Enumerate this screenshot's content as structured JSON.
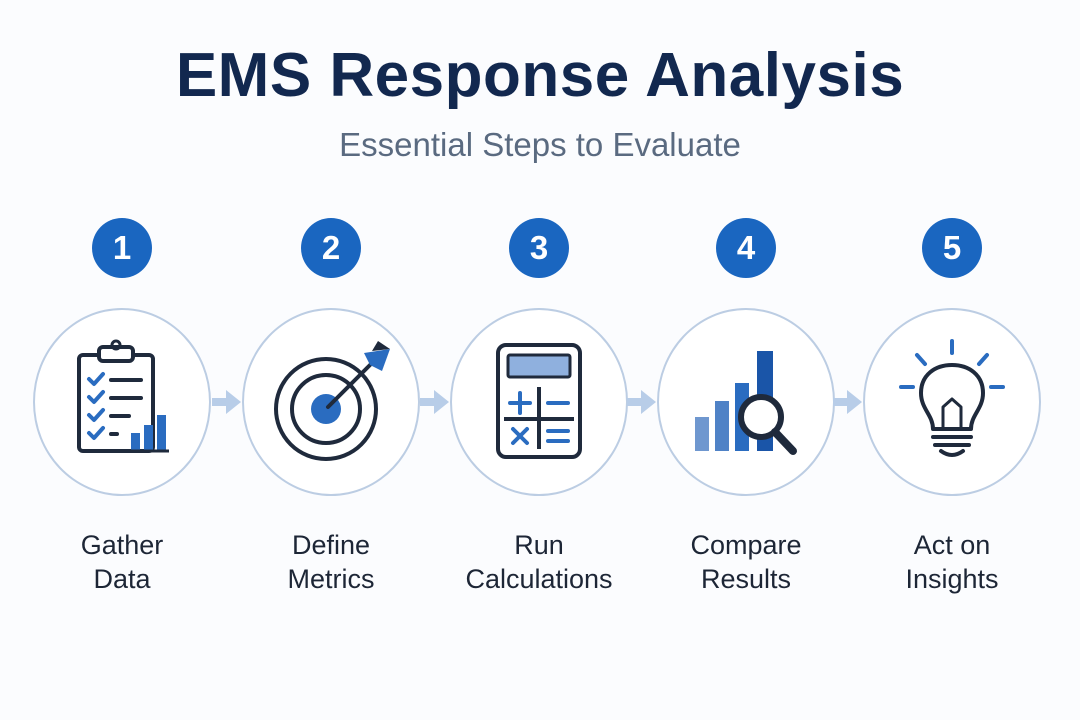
{
  "title": "EMS Response Analysis",
  "subtitle": "Essential Steps to Evaluate",
  "colors": {
    "title": "#12284f",
    "subtitle": "#5a6a80",
    "badge": "#1a66c0",
    "ring": "#bccde3",
    "icon_dark": "#1f2a3c",
    "icon_blue": "#2a6cc0",
    "arrow": "#b8cde8"
  },
  "steps": [
    {
      "number": "1",
      "label_line1": "Gather",
      "label_line2": "Data",
      "icon": "clipboard-checklist-icon"
    },
    {
      "number": "2",
      "label_line1": "Define",
      "label_line2": "Metrics",
      "icon": "target-arrow-icon"
    },
    {
      "number": "3",
      "label_line1": "Run",
      "label_line2": "Calculations",
      "icon": "calculator-icon"
    },
    {
      "number": "4",
      "label_line1": "Compare",
      "label_line2": "Results",
      "icon": "bar-chart-magnifier-icon"
    },
    {
      "number": "5",
      "label_line1": "Act on",
      "label_line2": "Insights",
      "icon": "lightbulb-icon"
    }
  ]
}
